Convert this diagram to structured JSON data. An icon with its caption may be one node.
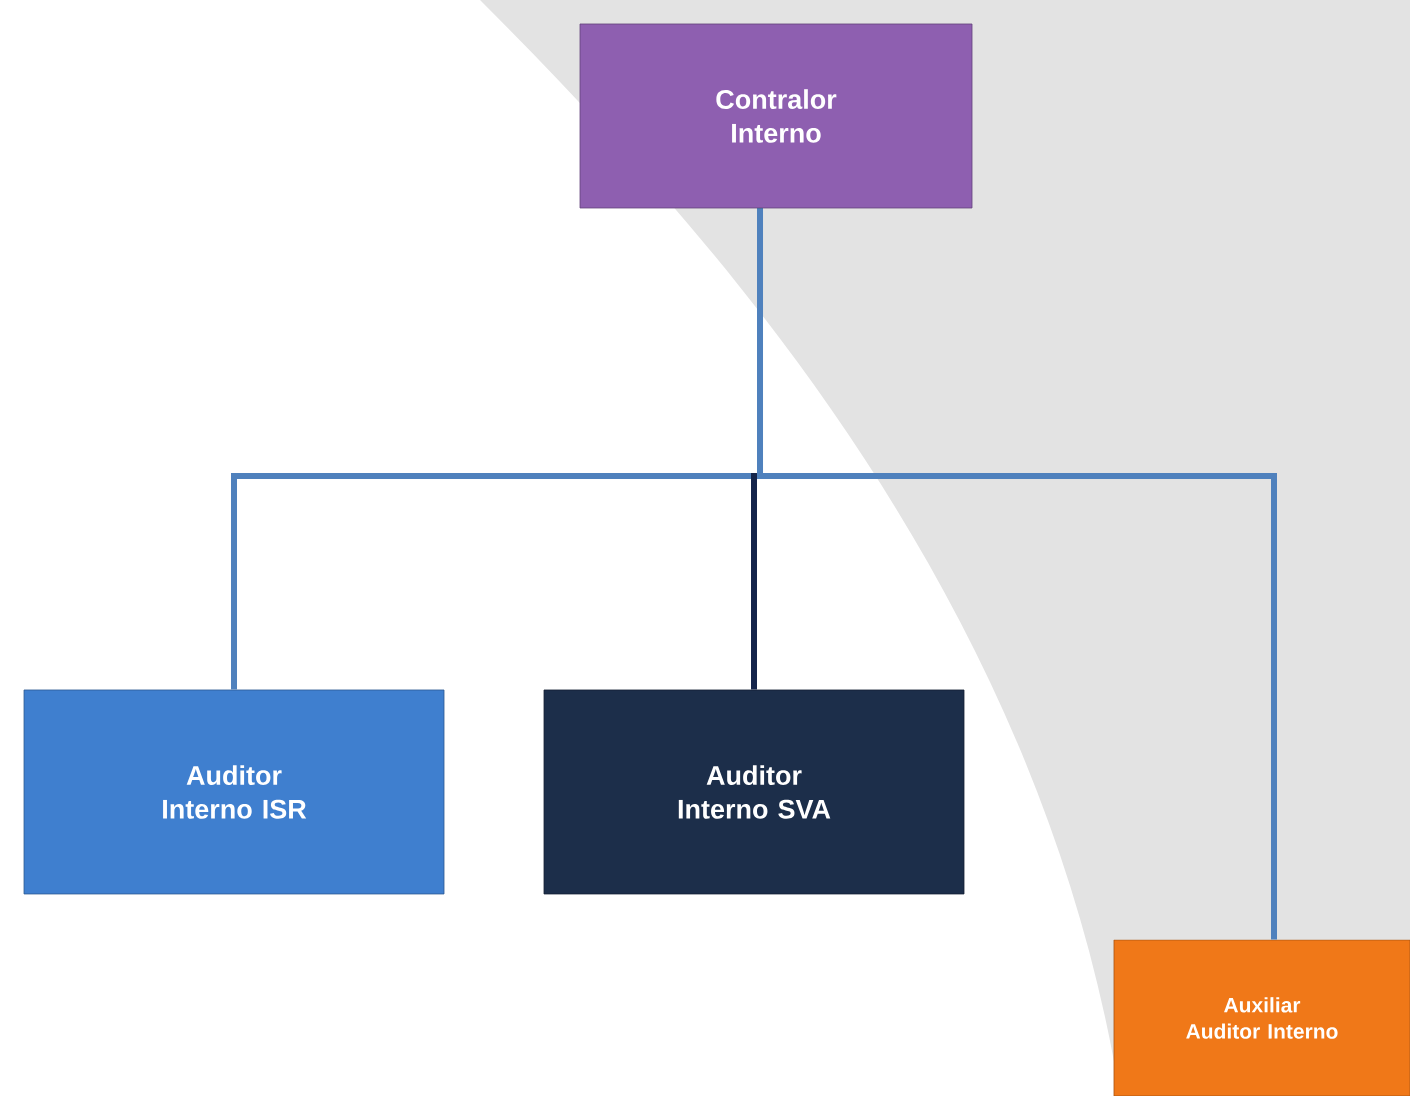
{
  "diagram": {
    "nodes": [
      {
        "text": [
          "Contralor Interno"
        ]
      },
      {
        "text": [
          "Auditor Interno ISR"
        ]
      },
      {
        "text": [
          "Auditor Interno SVA"
        ]
      },
      {
        "text": [
          "Auxiliar Auditor Interno"
        ]
      }
    ],
    "edges": [
      {
        "from": 0,
        "to": 1,
        "arrow": "none"
      },
      {
        "from": 0,
        "to": 2,
        "arrow": "none",
        "color": "#14244a"
      },
      {
        "from": 0,
        "to": 3,
        "arrow": "none"
      }
    ]
  }
}
